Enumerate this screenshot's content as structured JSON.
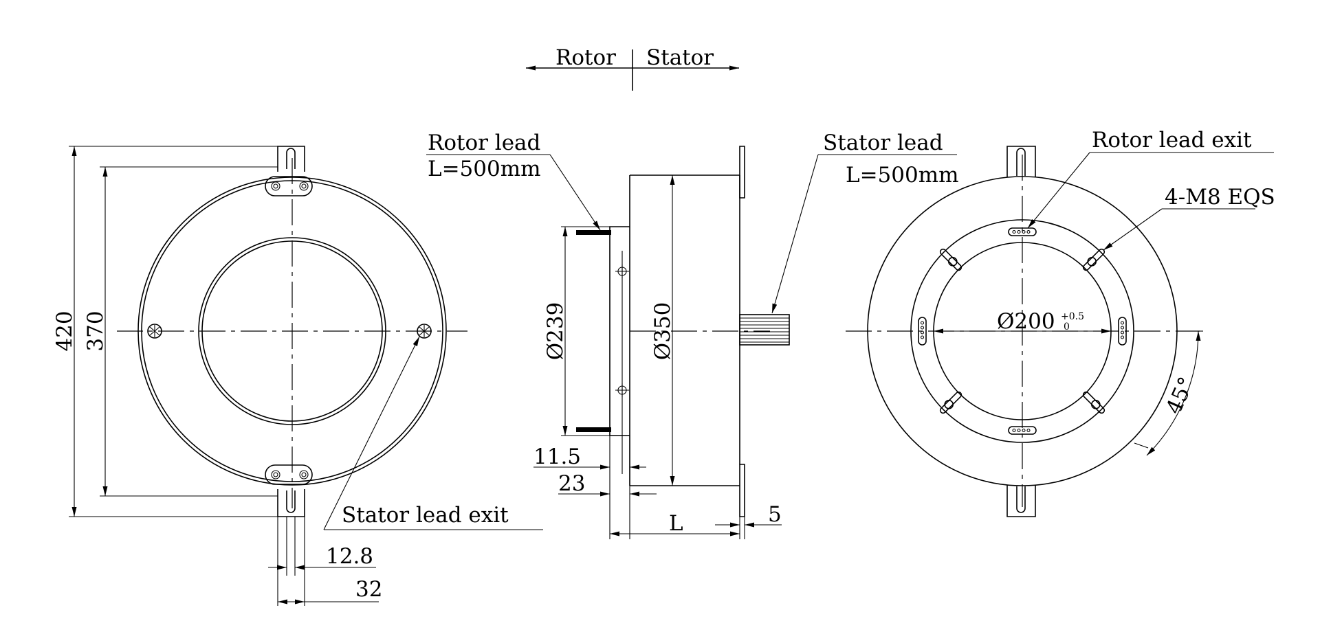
{
  "header": {
    "rotor": "Rotor",
    "stator": "Stator"
  },
  "left_view": {
    "dim_outer": "420",
    "dim_mount": "370",
    "stator_exit_label": "Stator lead exit",
    "dim_slot": "12.8",
    "dim_tab": "32"
  },
  "side_view": {
    "rotor_lead_label": "Rotor lead",
    "rotor_lead_length": "L=500mm",
    "stator_lead_label": "Stator lead",
    "stator_lead_length": "L=500mm",
    "dim_bore": "Ø239",
    "dim_body": "Ø350",
    "dim_a": "11.5",
    "dim_b": "23",
    "dim_length": "L",
    "dim_flange": "5"
  },
  "right_view": {
    "rotor_exit_label": "Rotor lead exit",
    "holes_label": "4-M8 EQS",
    "dim_inner": "Ø200",
    "tol_upper": "+0.5",
    "tol_lower": "0",
    "angle": "45°"
  }
}
